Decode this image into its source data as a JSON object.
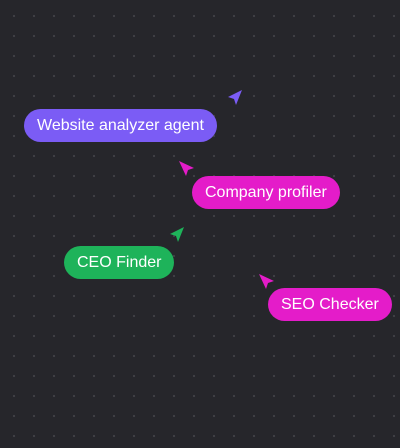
{
  "agents": [
    {
      "id": "website-analyzer",
      "label": "Website analyzer agent",
      "color": "#7b5cf5"
    },
    {
      "id": "company-profiler",
      "label": "Company profiler",
      "color": "#e41cc9"
    },
    {
      "id": "ceo-finder",
      "label": "CEO Finder",
      "color": "#1eb35a"
    },
    {
      "id": "seo-checker",
      "label": "SEO Checker",
      "color": "#e41cc9"
    }
  ],
  "cursor_icon": "cursor-arrow-icon"
}
